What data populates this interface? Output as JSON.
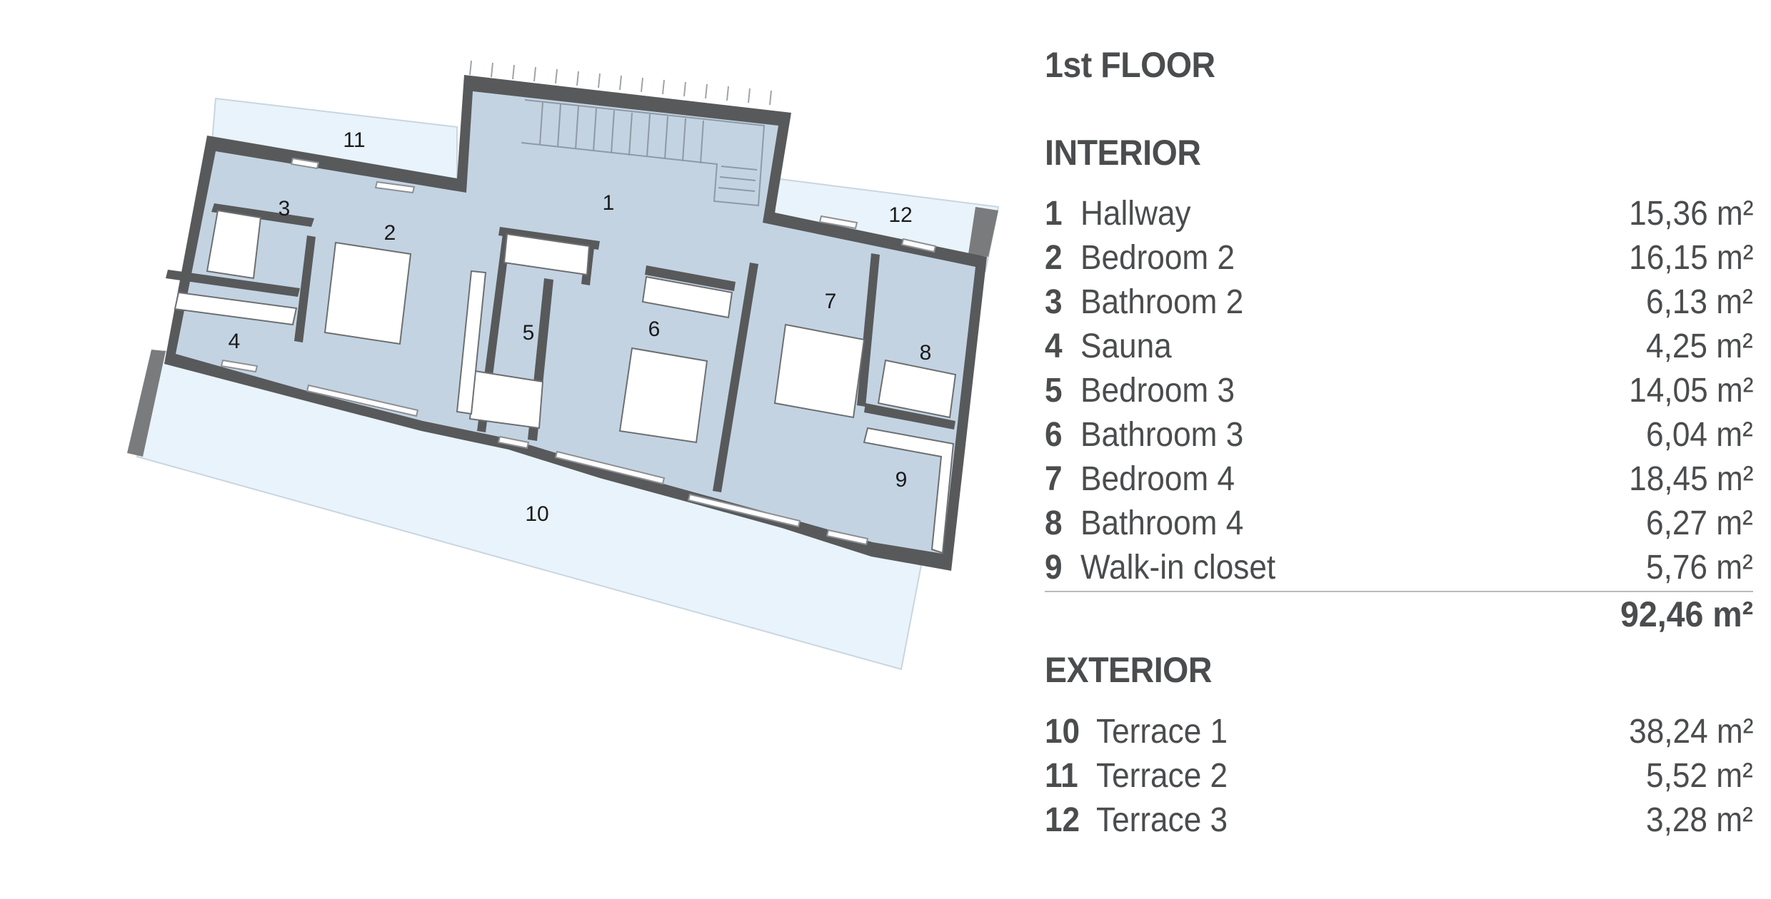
{
  "plan": {
    "room_labels": [
      "1",
      "2",
      "3",
      "4",
      "5",
      "6",
      "7",
      "8",
      "9",
      "10",
      "11",
      "12"
    ]
  },
  "legend": {
    "floor_title": "1st FLOOR",
    "interior_heading": "INTERIOR",
    "interior_rooms": [
      {
        "num": "1",
        "name": "Hallway",
        "area": "15,36 m²"
      },
      {
        "num": "2",
        "name": "Bedroom 2",
        "area": "16,15 m²"
      },
      {
        "num": "3",
        "name": "Bathroom 2",
        "area": "6,13 m²"
      },
      {
        "num": "4",
        "name": "Sauna",
        "area": "4,25 m²"
      },
      {
        "num": "5",
        "name": "Bedroom 3",
        "area": "14,05 m²"
      },
      {
        "num": "6",
        "name": "Bathroom 3",
        "area": "6,04 m²"
      },
      {
        "num": "7",
        "name": "Bedroom 4",
        "area": "18,45 m²"
      },
      {
        "num": "8",
        "name": "Bathroom 4",
        "area": "6,27 m²"
      },
      {
        "num": "9",
        "name": "Walk-in closet",
        "area": "5,76 m²"
      }
    ],
    "interior_total": "92,46 m²",
    "exterior_heading": "EXTERIOR",
    "exterior_rooms": [
      {
        "num": "10",
        "name": "Terrace 1",
        "area": "38,24 m²"
      },
      {
        "num": "11",
        "name": "Terrace 2",
        "area": "5,52 m²"
      },
      {
        "num": "12",
        "name": "Terrace 3",
        "area": "3,28 m²"
      }
    ]
  },
  "colors": {
    "wall": "#58595b",
    "interior_floor": "#c3d3e2",
    "terrace": "#e8f3fb",
    "furniture": "#ffffff",
    "text": "#4a4c4e"
  }
}
